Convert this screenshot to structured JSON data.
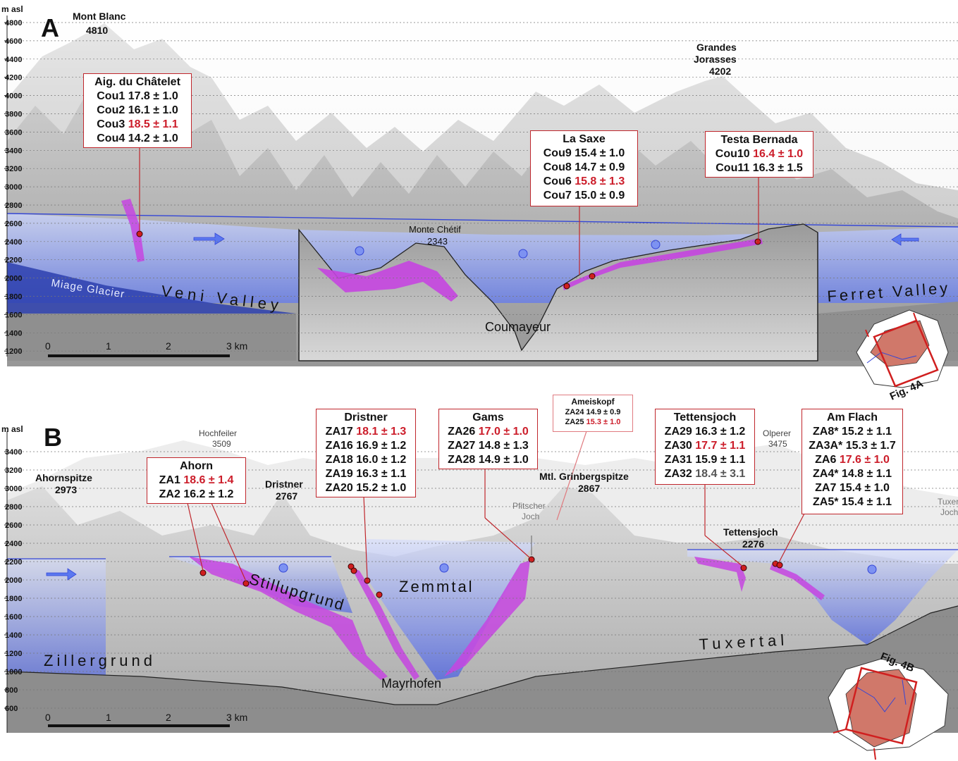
{
  "unit_label": "m asl",
  "panelA": {
    "letter": "A",
    "yticks": [
      "4800",
      "4600",
      "4400",
      "4200",
      "4000",
      "3800",
      "3600",
      "3400",
      "3200",
      "3000",
      "2800",
      "2600",
      "2400",
      "2200",
      "2000",
      "1800",
      "1600",
      "1400",
      "1200"
    ],
    "peaks": [
      {
        "name": "Mont Blanc",
        "elev": "4810"
      },
      {
        "name_line1": "Grandes",
        "name_line2": "Jorasses",
        "elev": "4202"
      },
      {
        "name": "Monte Chétif",
        "elev": "2343"
      }
    ],
    "town": "Coumayeur",
    "valleys": {
      "left": "Veni Valley",
      "right": "Ferret Valley",
      "glacier": "Miage Glacier"
    },
    "scale": {
      "labels": [
        "0",
        "1",
        "2",
        "3 km"
      ]
    },
    "inset_label": "Fig. 4A",
    "boxes": [
      {
        "title": "Aig. du Châtelet",
        "rows": [
          {
            "id": "Cou1",
            "val": "17.8 ± 1.0",
            "red": false
          },
          {
            "id": "Cou2",
            "val": "16.1 ± 1.0",
            "red": false
          },
          {
            "id": "Cou3",
            "val": "18.5 ± 1.1",
            "red": true
          },
          {
            "id": "Cou4",
            "val": "14.2 ± 1.0",
            "red": false
          }
        ]
      },
      {
        "title": "La Saxe",
        "rows": [
          {
            "id": "Cou9",
            "val": "15.4 ± 1.0",
            "red": false
          },
          {
            "id": "Cou8",
            "val": "14.7 ± 0.9",
            "red": false
          },
          {
            "id": "Cou6",
            "val": "15.8 ± 1.3",
            "red": true
          },
          {
            "id": "Cou7",
            "val": "15.0 ± 0.9",
            "red": false
          }
        ]
      },
      {
        "title": "Testa Bernada",
        "rows": [
          {
            "id": "Cou10",
            "val": "16.4 ± 1.0",
            "red": true
          },
          {
            "id": "Cou11",
            "val": "16.3 ± 1.5",
            "red": false
          }
        ]
      }
    ]
  },
  "panelB": {
    "letter": "B",
    "yticks": [
      "3400",
      "3200",
      "3000",
      "2800",
      "2600",
      "2400",
      "2200",
      "2000",
      "1800",
      "1600",
      "1400",
      "1200",
      "1000",
      "800",
      "600"
    ],
    "peaks": [
      {
        "name": "Ahornspitze",
        "elev": "2973"
      },
      {
        "name": "Hochfeiler",
        "elev": "3509"
      },
      {
        "name": "Dristner",
        "elev": "2767"
      },
      {
        "name": "Mtl. Grinbergspitze",
        "elev": "2867"
      },
      {
        "name": "Olperer",
        "elev": "3475"
      },
      {
        "name": "Tettensjoch",
        "elev": "2276"
      }
    ],
    "passes": {
      "pfitscher_line1": "Pfitscher",
      "pfitscher_line2": "Joch",
      "tuxer_line1": "Tuxer",
      "tuxer_line2": "Joch"
    },
    "town": "Mayrhofen",
    "valleys": {
      "zillergrund": "Zillergrund",
      "stillupgrund": "Stillupgrund",
      "zemmtal": "Zemmtal",
      "tuxertal": "Tuxertal"
    },
    "scale": {
      "labels": [
        "0",
        "1",
        "2",
        "3 km"
      ]
    },
    "inset_label": "Fig. 4B",
    "boxes": [
      {
        "title": "Ahorn",
        "rows": [
          {
            "id": "ZA1",
            "val": "18.6 ± 1.4",
            "red": true
          },
          {
            "id": "ZA2",
            "val": "16.2 ± 1.2",
            "red": false
          }
        ]
      },
      {
        "title": "Dristner",
        "rows": [
          {
            "id": "ZA17",
            "val": "18.1 ± 1.3",
            "red": true
          },
          {
            "id": "ZA16",
            "val": "16.9 ± 1.2",
            "red": false
          },
          {
            "id": "ZA18",
            "val": "16.0 ± 1.2",
            "red": false
          },
          {
            "id": "ZA19",
            "val": "16.3 ± 1.1",
            "red": false
          },
          {
            "id": "ZA20",
            "val": "15.2 ± 1.0",
            "red": false
          }
        ]
      },
      {
        "title": "Gams",
        "rows": [
          {
            "id": "ZA26",
            "val": "17.0 ± 1.0",
            "red": true
          },
          {
            "id": "ZA27",
            "val": "14.8 ± 1.3",
            "red": false
          },
          {
            "id": "ZA28",
            "val": "14.9 ± 1.0",
            "red": false
          }
        ]
      },
      {
        "title": "Ameiskopf",
        "rows": [
          {
            "id": "ZA24",
            "val": "14.9 ± 0.9",
            "red": false
          },
          {
            "id": "ZA25",
            "val": "15.3 ± 1.0",
            "red": true
          }
        ]
      },
      {
        "title": "Tettensjoch",
        "rows": [
          {
            "id": "ZA29",
            "val": "16.3 ± 1.2",
            "red": false
          },
          {
            "id": "ZA30",
            "val": "17.7 ± 1.1",
            "red": true
          },
          {
            "id": "ZA31",
            "val": "15.9 ± 1.1",
            "red": false
          },
          {
            "id": "ZA32",
            "val": "18.4 ± 3.1",
            "red": false,
            "gray": true
          }
        ]
      },
      {
        "title": "Am Flach",
        "rows": [
          {
            "id": "ZA8*",
            "val": "15.2 ± 1.1",
            "red": false
          },
          {
            "id": "ZA3A*",
            "val": "15.3 ± 1.7",
            "red": false
          },
          {
            "id": "ZA6",
            "val": "17.6 ± 1.0",
            "red": true
          },
          {
            "id": "ZA4*",
            "val": "14.8 ± 1.1",
            "red": false
          },
          {
            "id": "ZA7",
            "val": "15.4 ± 1.0",
            "red": false
          },
          {
            "id": "ZA5*",
            "val": "15.4 ± 1.1",
            "red": false
          }
        ]
      }
    ]
  }
}
